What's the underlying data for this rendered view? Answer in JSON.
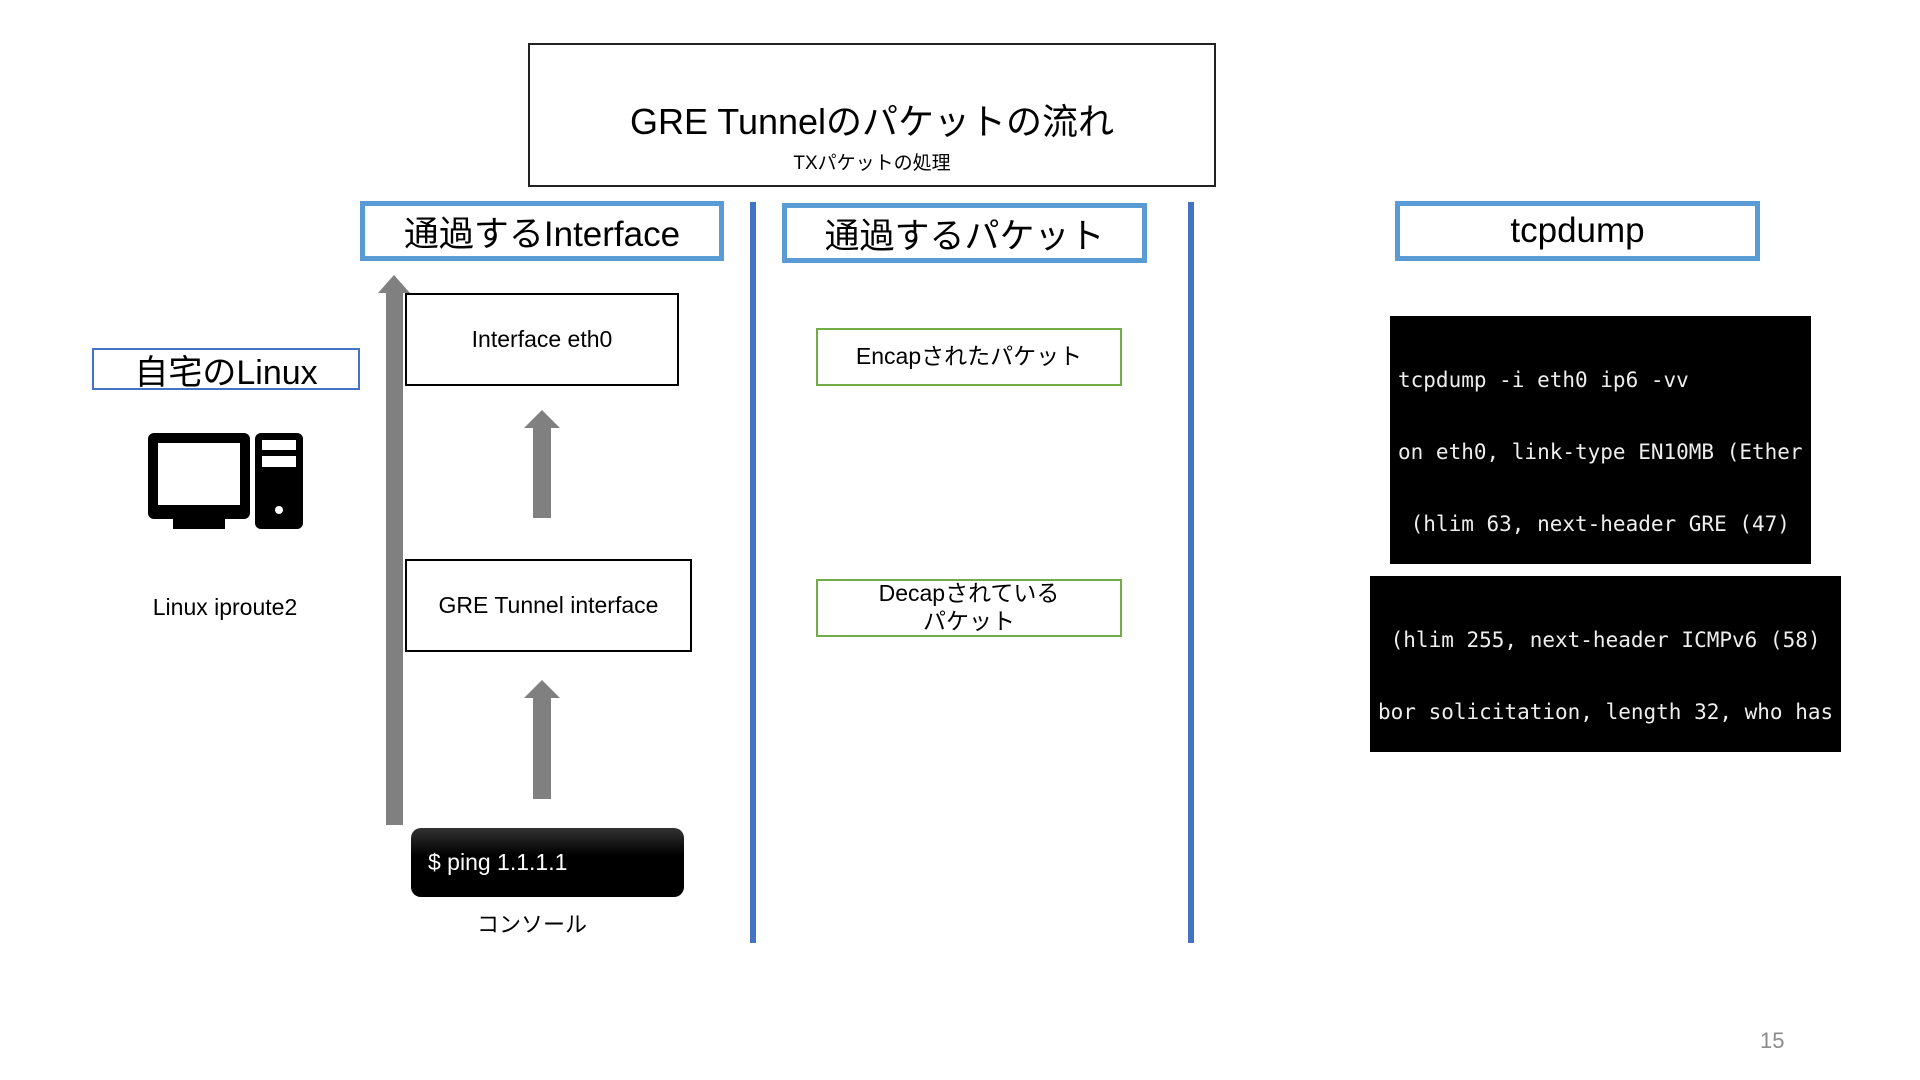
{
  "title": {
    "main": "GRE Tunnelのパケットの流れ",
    "sub": "TXパケットの処理"
  },
  "headers": {
    "interface": "通過するInterface",
    "packet": "通過するパケット",
    "tcpdump": "tcpdump"
  },
  "host": {
    "label": "自宅のLinux",
    "caption": "Linux iproute2",
    "icon": "desktop-computer-icon"
  },
  "interfaces": {
    "eth0": "Interface eth0",
    "gre": "GRE Tunnel interface"
  },
  "console": {
    "command": "$ ping 1.1.1.1",
    "label": "コンソール"
  },
  "packets": {
    "encap": "Encapされたパケット",
    "decap_line1": "Decapされている",
    "decap_line2": "パケット"
  },
  "tcpdump_eth0": [
    "tcpdump -i eth0 ip6 -vv",
    "on eth0, link-type EN10MB (Ether",
    " (hlim 63, next-header GRE (47)"
  ],
  "tcpdump_gre": [
    " (hlim 255, next-header ICMPv6 (58)",
    "bor solicitation, length 32, who has"
  ],
  "page_number": "15",
  "colors": {
    "header_border": "#5b9bd5",
    "divider": "#4472c4",
    "packet_border": "#70ad47",
    "arrow": "#808080"
  }
}
